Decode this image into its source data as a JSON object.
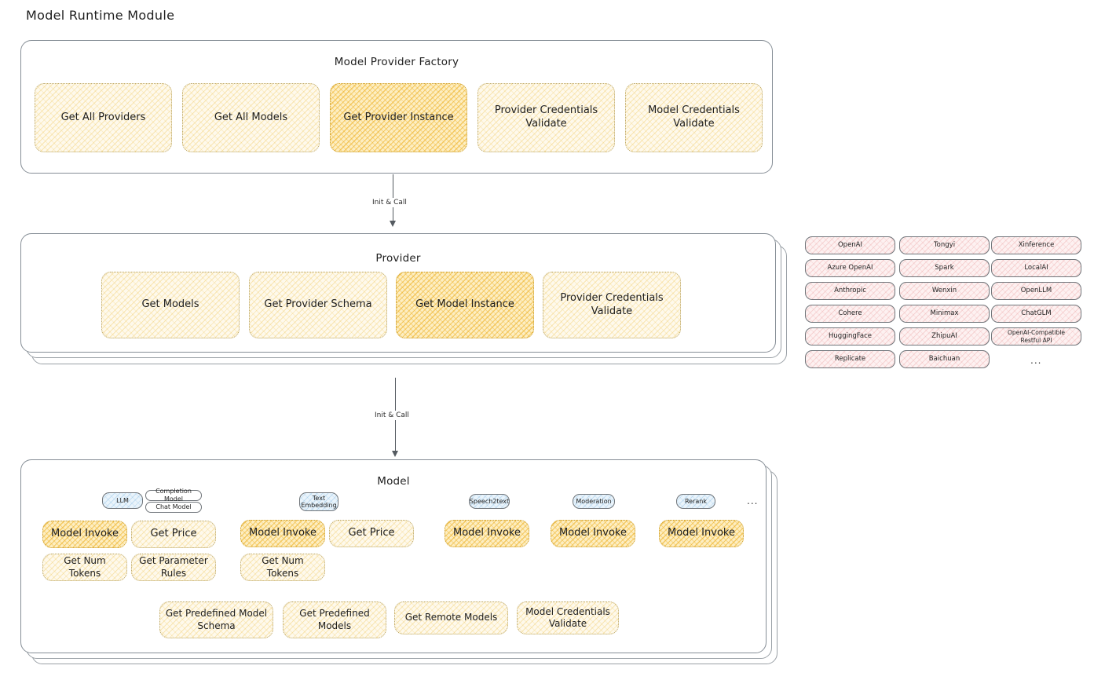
{
  "page": {
    "title": "Model Runtime Module"
  },
  "factory": {
    "title": "Model Provider Factory",
    "nodes": [
      {
        "label": "Get All Providers",
        "style": "yellow"
      },
      {
        "label": "Get All Models",
        "style": "yellow"
      },
      {
        "label": "Get Provider Instance",
        "style": "amber"
      },
      {
        "label": "Provider Credentials Validate",
        "style": "yellow"
      },
      {
        "label": "Model Credentials Validate",
        "style": "yellow"
      }
    ]
  },
  "connector_1": {
    "label": "Init & Call"
  },
  "connector_2": {
    "label": "Init & Call"
  },
  "provider": {
    "title": "Provider",
    "nodes": [
      {
        "label": "Get Models",
        "style": "yellow"
      },
      {
        "label": "Get Provider Schema",
        "style": "yellow"
      },
      {
        "label": "Get Model Instance",
        "style": "amber"
      },
      {
        "label": "Provider Credentials Validate",
        "style": "yellow"
      }
    ]
  },
  "provider_list": {
    "columns": [
      [
        "OpenAI",
        "Azure OpenAI",
        "Anthropic",
        "Cohere",
        "HuggingFace",
        "Replicate"
      ],
      [
        "Tongyi",
        "Spark",
        "Wenxin",
        "Minimax",
        "ZhipuAI",
        "Baichuan"
      ],
      [
        "Xinference",
        "LocalAI",
        "OpenLLM",
        "ChatGLM",
        "OpenAI-Compatible Restful API"
      ]
    ],
    "more": "..."
  },
  "model": {
    "title": "Model",
    "more": "...",
    "types": [
      {
        "name": "LLM",
        "tags": [
          "Completion Model",
          "Chat Model"
        ],
        "nodes": [
          {
            "label": "Model Invoke",
            "style": "amber"
          },
          {
            "label": "Get Price",
            "style": "yellow"
          },
          {
            "label": "Get Num Tokens",
            "style": "yellow"
          },
          {
            "label": "Get Parameter Rules",
            "style": "yellow"
          }
        ]
      },
      {
        "name": "Text Embedding",
        "tags": [],
        "nodes": [
          {
            "label": "Model Invoke",
            "style": "amber"
          },
          {
            "label": "Get Price",
            "style": "yellow"
          },
          {
            "label": "Get Num Tokens",
            "style": "yellow"
          }
        ]
      },
      {
        "name": "Speech2text",
        "tags": [],
        "nodes": [
          {
            "label": "Model Invoke",
            "style": "amber"
          }
        ]
      },
      {
        "name": "Moderation",
        "tags": [],
        "nodes": [
          {
            "label": "Model Invoke",
            "style": "amber"
          }
        ]
      },
      {
        "name": "Rerank",
        "tags": [],
        "nodes": [
          {
            "label": "Model Invoke",
            "style": "amber"
          }
        ]
      }
    ],
    "common_nodes": [
      {
        "label": "Get Predefined Model Schema",
        "style": "yellow"
      },
      {
        "label": "Get Predefined Models",
        "style": "yellow"
      },
      {
        "label": "Get Remote Models",
        "style": "yellow"
      },
      {
        "label": "Model Credentials Validate",
        "style": "yellow"
      }
    ]
  },
  "colors": {
    "node_yellow_fill": "#fef9ec",
    "node_amber_fill": "#fdeec2",
    "node_pink_fill": "#fdf1f1",
    "node_blue_fill": "#eaf4fb",
    "stroke": "#868e96",
    "text": "#1e1e1e"
  }
}
